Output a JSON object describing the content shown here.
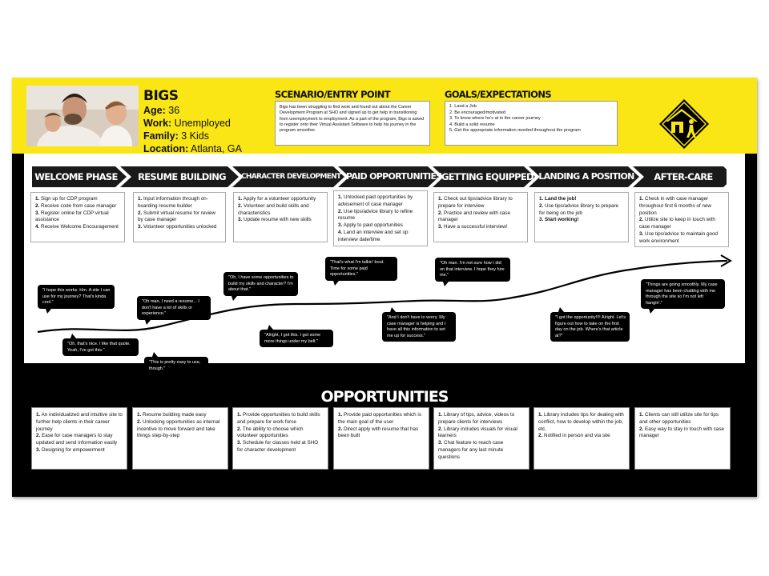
{
  "persona": {
    "name": "BIGS",
    "age_label": "Age:",
    "age": "36",
    "work_label": "Work:",
    "work": "Unemployed",
    "family_label": "Family:",
    "family": "3 Kids",
    "location_label": "Location:",
    "location": "Atlanta, GA"
  },
  "scenario": {
    "title": "SCENARIO/ENTRY POINT",
    "text": "Bigs has been struggling to find work and found out about the Career Development Program at SHO and signed up to get help in transitioning from unemployment to employment. As a part of the program, Bigs is asked to register onto their Virtual Assistant Software to help his journey in the program smoother."
  },
  "goals": {
    "title": "GOALS/EXPECTATIONS",
    "items": [
      "1. Land a Job",
      "2. Be encouraged/motivated",
      "3. To know where he's at in the career journey",
      "4. Build a solid resume",
      "5. Get the appropriate information needed throughout the program"
    ]
  },
  "phases": [
    {
      "label": "WELCOME PHASE",
      "steps": [
        {
          "n": "1.",
          "t": "Sign up for CDP program"
        },
        {
          "n": "2.",
          "t": "Receive code from case manager"
        },
        {
          "n": "3.",
          "t": "Register online for CDP virtual assistance"
        },
        {
          "n": "4.",
          "t": "Receive Welcome Encouragement"
        }
      ]
    },
    {
      "label": "RESUME BUILDING",
      "steps": [
        {
          "n": "1.",
          "t": "Input information through on-boarding resume builder"
        },
        {
          "n": "2.",
          "t": "Submit virtual resume for review by case manager"
        },
        {
          "n": "3.",
          "t": "Volunteer opportunities unlocked"
        }
      ]
    },
    {
      "label": "CHARACTER DEVELOPMENT",
      "steps": [
        {
          "n": "1.",
          "t": "Apply for a volunteer opportunity"
        },
        {
          "n": "2.",
          "t": "Volunteer and build skills and characteristics"
        },
        {
          "n": "3.",
          "t": "Update resume with new skills"
        }
      ]
    },
    {
      "label": "PAID OPPORTUNITIES",
      "steps": [
        {
          "n": "1.",
          "t": "Unlocked paid opportunities by advisement of case manager"
        },
        {
          "n": "2.",
          "t": "Use tips/advice library to refine resume"
        },
        {
          "n": "3.",
          "t": "Apply to paid opportunities"
        },
        {
          "n": "4.",
          "t": "Land an interview and set up interview date/time"
        }
      ]
    },
    {
      "label": "GETTING EQUIPPED",
      "steps": [
        {
          "n": "1.",
          "t": "Check out tips/advice library to prepare for interview"
        },
        {
          "n": "2.",
          "t": "Practice and review with case manager"
        },
        {
          "n": "3.",
          "t": "Have a successful interview!"
        }
      ]
    },
    {
      "label": "LANDING A POSITION",
      "steps": [
        {
          "n": "1.",
          "t": "Land the job!"
        },
        {
          "n": "2.",
          "t": "Use tips/advice library to prepare for being on the job"
        },
        {
          "n": "3.",
          "t": "Start working!"
        }
      ]
    },
    {
      "label": "AFTER-CARE",
      "steps": [
        {
          "n": "1.",
          "t": "Check in with case manager throughout first 6 months of new position"
        },
        {
          "n": "2.",
          "t": "Utilize site to keep in touch with case manager"
        },
        {
          "n": "3.",
          "t": "Use tips/advice to maintain good work environment"
        }
      ]
    }
  ],
  "quotes": [
    "\"I hope this works. Hm. A site I can use for my journey? That's kinda cool.\"",
    "\"Oh, that's nice. I like that quote. Yeah, I've got this.\"",
    "\"Oh man, I need a resume... I don't have a lot of skills or experience.\"",
    "\"This is pretty easy to use, though.\"",
    "\"Oh, I have some opportunities to build my skills and character? I'm about that.\"",
    "\"Alright, I got this. I got some more things under my belt.\"",
    "\"That's what I'm talkin' bout. Time for some paid opportunities.\"",
    "\"And I don't have to worry. My case manager is helping and I have all this information to set me up for success.\"",
    "\"Oh man. I'm not sure how I did on that interview. I hope they hire me.\"",
    "\"I got the opportunity!!!! Alright. Let's figure out how to take on the first day on the job. Where's that article at?\"",
    "\"Things are going smoothly. My case manager has been chatting with me through the site so I'm not left hangin'.\""
  ],
  "opportunities": {
    "title": "OPPORTUNITIES",
    "columns": [
      [
        {
          "n": "1.",
          "t": "An individualized and intuitive site to further help clients in their career journey"
        },
        {
          "n": "2.",
          "t": "Ease for case managers to stay updated and send information easily"
        },
        {
          "n": "3.",
          "t": "Designing for empowerment"
        }
      ],
      [
        {
          "n": "1.",
          "t": "Resume building made easy"
        },
        {
          "n": "2.",
          "t": "Unlocking opportunities as internal incentive to move forward and take things step-by-step"
        }
      ],
      [
        {
          "n": "1.",
          "t": "Provide opportunities to build skills and prepare for work force"
        },
        {
          "n": "2.",
          "t": "The ability to choose which volunteer opportunities"
        },
        {
          "n": "3.",
          "t": "Schedule for classes held at SHO for character development"
        }
      ],
      [
        {
          "n": "1.",
          "t": "Provide paid opportunities which is the main goal of the user"
        },
        {
          "n": "2.",
          "t": "Direct apply with resume that has been built"
        }
      ],
      [
        {
          "n": "1.",
          "t": "Library of tips, advice, videos to prepare clients for interviews"
        },
        {
          "n": "2.",
          "t": "Library includes visuals for visual learners"
        },
        {
          "n": "3.",
          "t": "Chat feature to reach case managers for any last minute questions"
        }
      ],
      [
        {
          "n": "1.",
          "t": "Library includes tips for dealing with conflict, how to develop within the job, etc."
        },
        {
          "n": "2.",
          "t": "Notified in person and via site"
        }
      ],
      [
        {
          "n": "1.",
          "t": "Clients can still utilize site for tips and other opportunities"
        },
        {
          "n": "2.",
          "t": "Easy way to stay in touch with case manager"
        }
      ]
    ]
  },
  "colors": {
    "accent": "#f9e614",
    "dark": "#000000",
    "panel": "#ffffff"
  }
}
